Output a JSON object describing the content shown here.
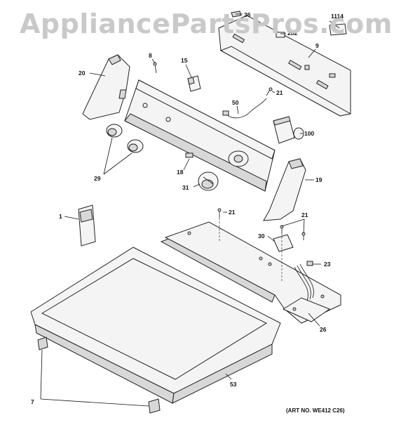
{
  "watermark": "AppliancePartsPros.com",
  "art_no": "(ART NO. WE412 C26)",
  "callouts": {
    "c36": "36",
    "c1114": "1114",
    "c282": "282",
    "c9": "9",
    "c8": "8",
    "c15": "15",
    "c20": "20",
    "c21a": "21",
    "c50": "50",
    "c100": "100",
    "c29": "29",
    "c18": "18",
    "c19": "19",
    "c31": "31",
    "c1": "1",
    "c21b": "21",
    "c21c": "21",
    "c30": "30",
    "c23": "23",
    "c26": "26",
    "c53": "53",
    "c7": "7"
  }
}
